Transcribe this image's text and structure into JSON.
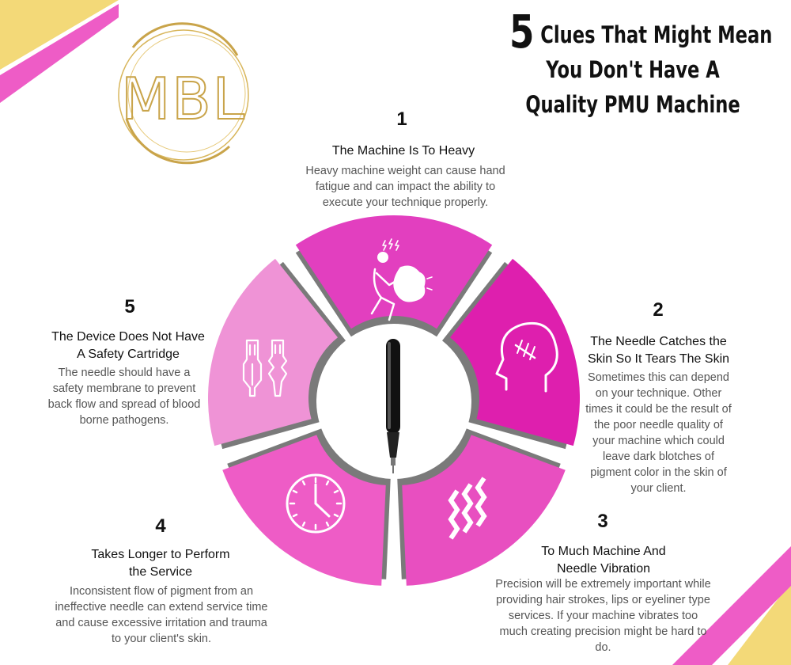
{
  "colors": {
    "segment_1": "#e23fbf",
    "segment_2": "#de1fae",
    "segment_3": "#e84fc0",
    "segment_4": "#ee5cc6",
    "segment_5": "#ef93d6",
    "gold": "#c9a44a",
    "corner_pink": "#ee5cc6",
    "corner_yellow": "#f3d978"
  },
  "logo": {
    "text": "MBL"
  },
  "title": {
    "number": "5",
    "line1": "Clues That Might Mean",
    "line2": "You Don't Have A",
    "line3": "Quality PMU Machine"
  },
  "clues": [
    {
      "number": "1",
      "heading": "The Machine Is To Heavy",
      "body": "Heavy machine weight can cause hand fatigue and can impact the ability to execute your technique properly.",
      "icon": "tired-person-icon"
    },
    {
      "number": "2",
      "heading": "The Needle Catches the Skin So It Tears The Skin",
      "body": "Sometimes this can depend on your technique.  Other times it could be the result of the poor needle quality of your machine which could leave dark blotches of pigment color in the skin of your client.",
      "icon": "head-scratch-icon"
    },
    {
      "number": "3",
      "heading": "To Much Machine And Needle Vibration",
      "body": "Precision will be extremely important while providing hair strokes, lips or eyeliner type services.  If your machine vibrates too much creating precision might be hard to do.",
      "icon": "vibration-icon"
    },
    {
      "number": "4",
      "heading": "Takes Longer to Perform the Service",
      "body": "Inconsistent flow of pigment from an ineffective needle  can extend service time and cause excessive irritation and trauma to your client's skin.",
      "icon": "clock-icon"
    },
    {
      "number": "5",
      "heading": "The Device Does Not Have A Safety Cartridge",
      "body": "The needle should have a safety membrane to prevent back flow and spread of blood borne pathogens.",
      "icon": "cartridge-icon"
    }
  ]
}
